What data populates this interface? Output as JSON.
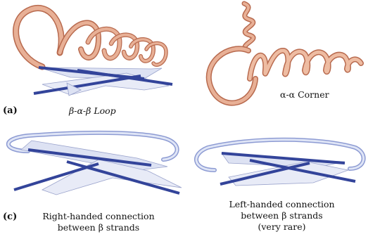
{
  "figure": {
    "panel_a_label": "(a)",
    "panel_c_label": "(c)",
    "beta_alpha_beta_caption": "β-α-β Loop",
    "alpha_alpha_caption": "α-α Corner",
    "right_handed_caption_line1": "Right-handed connection",
    "right_handed_caption_line2": "between β strands",
    "left_handed_caption_line1": "Left-handed connection",
    "left_handed_caption_line2": "between β strands",
    "left_handed_caption_line3": "(very rare)"
  },
  "colors": {
    "helix": "#e0a082",
    "helix_dark": "#b86a4e",
    "strand_dark": "#33449a",
    "strand_light": "#dde2f3",
    "loop": "#c9d3ee"
  }
}
